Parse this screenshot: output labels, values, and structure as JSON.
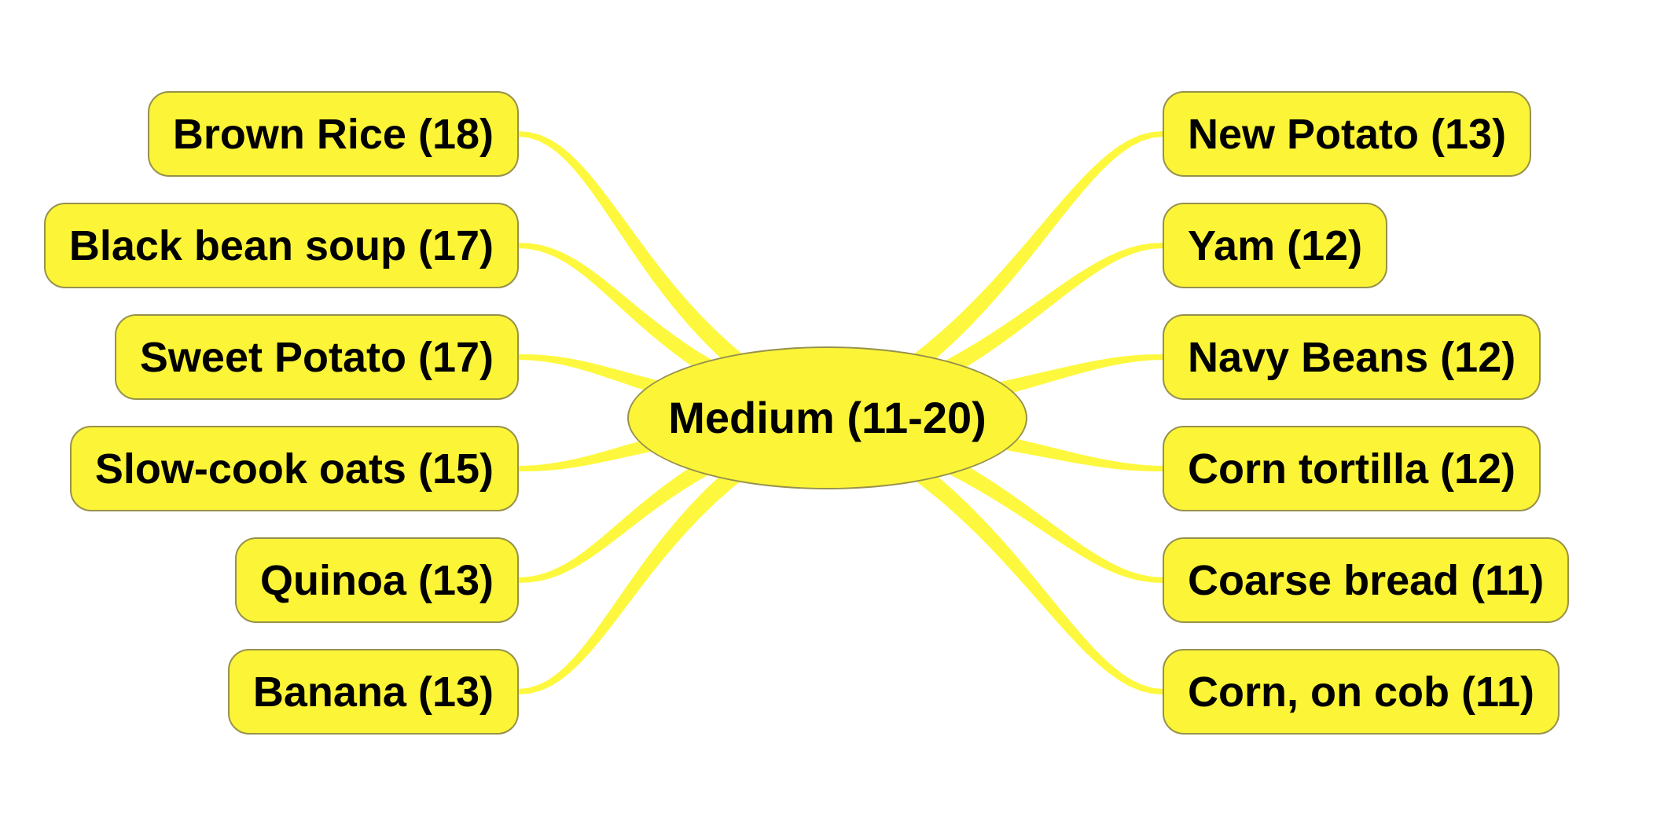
{
  "diagram": {
    "center": {
      "label": "Medium (11-20)"
    },
    "left_nodes": [
      {
        "label": "Brown Rice (18)"
      },
      {
        "label": "Black bean soup (17)"
      },
      {
        "label": "Sweet Potato (17)"
      },
      {
        "label": "Slow-cook oats (15)"
      },
      {
        "label": "Quinoa (13)"
      },
      {
        "label": "Banana (13)"
      }
    ],
    "right_nodes": [
      {
        "label": "New Potato (13)"
      },
      {
        "label": "Yam (12)"
      },
      {
        "label": "Navy Beans (12)"
      },
      {
        "label": "Corn tortilla (12)"
      },
      {
        "label": "Coarse bread (11)"
      },
      {
        "label": "Corn, on cob (11)"
      }
    ],
    "colors": {
      "background": "#ffffff",
      "node_fill": "#fcf436",
      "node_border": "#96914d",
      "connector": "#fdf83e",
      "text": "#000000"
    }
  }
}
